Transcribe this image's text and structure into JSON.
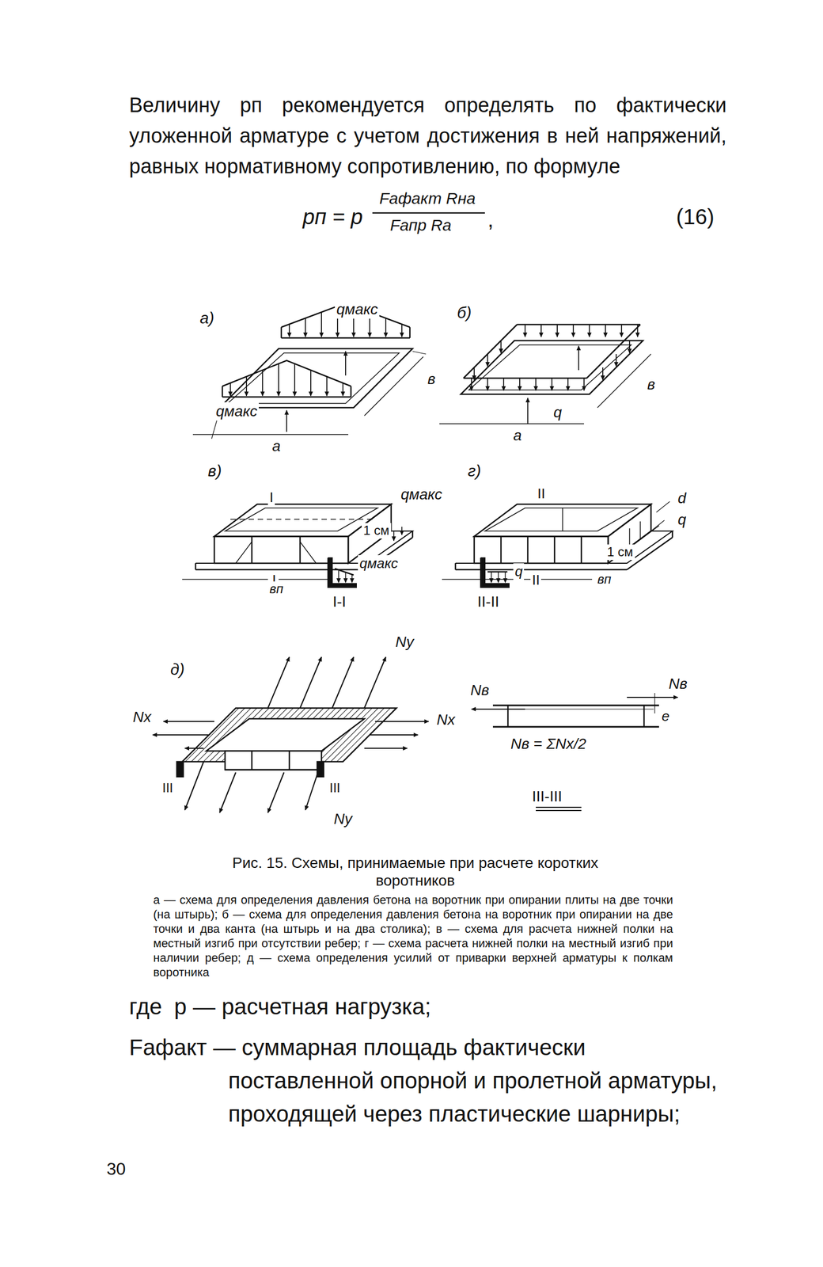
{
  "diagram": {
    "caption": "Рис. 15. Схемы, принимаемые при расчете коротких воротников",
    "labels": [
      "Величину pп рекомендуется определять по фактически уложенной арматуре с учетом достижения в ней напряжений, равных нормативному сопротивлению, по формуле",
      "pп = p",
      "Fафакт Rна",
      "Fапр Rа",
      ",",
      "(16)",
      "а)",
      "qмакс",
      "qмакс",
      "а",
      "в",
      "б)",
      "а",
      "q",
      "в",
      "в)",
      "qмакс",
      "I",
      "I",
      "1 см",
      "вп",
      "I-I",
      "qмакс",
      "г)",
      "d",
      "q",
      "II",
      "II",
      "1 см",
      "вп",
      "II-II",
      "q",
      "д)",
      "Ny",
      "Nx",
      "Nx",
      "III",
      "III",
      "Ny",
      "Nв",
      "Nв",
      "e",
      "Nв = ΣNx/2",
      "III-III",
      "а — схема для определения давления бетона на воротник при опирании плиты на две точки (на штырь); б — схема для определения давления бетона на воротник при опирании на две точки и два канта (на штырь и на два столика); в — схема для расчета нижней полки на местный изгиб при отсутствии ребер; г — схема расчета нижней полки на местный изгиб при наличии ребер; д — схема определения усилий от приварки верхней арматуры к полкам воротника",
      "где",
      "p — расчетная нагрузка;",
      "Fафакт — суммарная площадь фактически поставленной опорной и пролетной арматуры, проходящей через пластические шарниры;",
      "30"
    ]
  }
}
